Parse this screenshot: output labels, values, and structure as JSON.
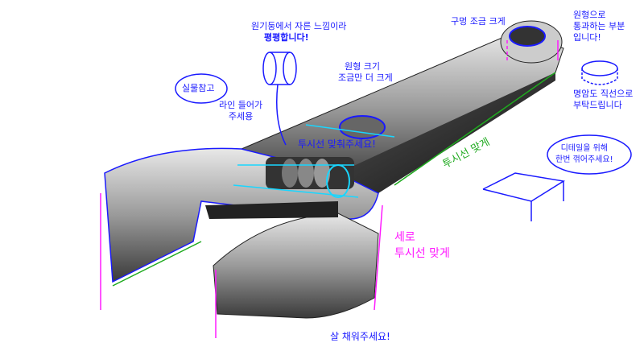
{
  "annotations": {
    "cylinder_note": {
      "line1": "원기둥에서 자른 느낌이라",
      "line2": "평평합니다!"
    },
    "reference_cloud": "실물참고",
    "line_note": {
      "line1": "라인 들어가",
      "line2": "주세용"
    },
    "circle_size_note": {
      "line1": "원형 크기",
      "line2": "조금만 더 크게"
    },
    "perspective_note": "투시선 맞춰주세요!",
    "hole_note": "구멍 조금 크게",
    "pass_through_note": {
      "line1": "원형으로",
      "line2": "통과하는 부분",
      "line3": "입니다!"
    },
    "shading_note": {
      "line1": "명암도 직선으로",
      "line2": "부탁드립니다"
    },
    "green_perspective_note": "투시선 맞게",
    "detail_cloud": {
      "line1": "디테일을 위해",
      "line2": "한번 꺾어주세요!"
    },
    "vertical_perspective_note": {
      "line1": "세로",
      "line2": "투시선 맞게"
    },
    "fill_note": "살 채워주세요!"
  },
  "colors": {
    "blue": "#1a1aff",
    "cyan": "#19d6ff",
    "green": "#1faa1f",
    "magenta": "#ff1aff"
  }
}
